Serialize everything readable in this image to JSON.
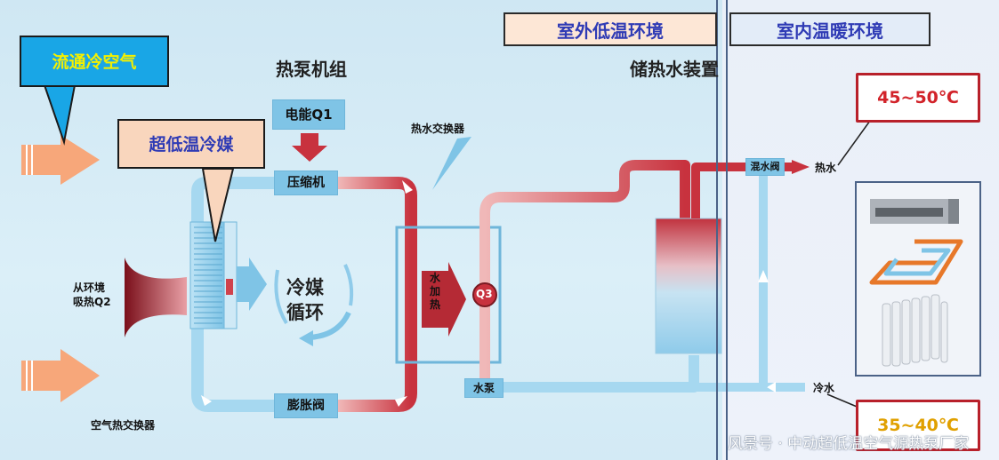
{
  "zones": {
    "outdoor_label": "室外低温环境",
    "indoor_label": "室内温暖环境"
  },
  "callouts": {
    "air_flow": "流通冷空气",
    "refrigerant": "超低温冷媒"
  },
  "titles": {
    "heat_pump_unit": "热泵机组",
    "heat_storage": "储热水装置"
  },
  "components": {
    "electric_energy": "电能Q1",
    "compressor": "压缩机",
    "expansion_valve": "膨胀阀",
    "hot_water_exchanger": "热水交换器",
    "air_heat_exchanger": "空气热交换器",
    "absorb_heat": "从环境\n吸热Q2",
    "refrigerant_cycle": "冷媒\n循环",
    "water_heating": "水\n加\n热",
    "q3": "Q3",
    "water_pump": "水泵",
    "mixing_valve": "混水阀",
    "hot_water": "热水",
    "cold_water": "冷水"
  },
  "temperatures": {
    "hot": "45~50℃",
    "cold": "35~40℃"
  },
  "watermark": "风景号 · 中动超低温空气源热泵厂家",
  "colors": {
    "hot_pipe": "#c8323e",
    "cold_pipe": "#8ccbea",
    "outdoor_banner": "#fde7d6",
    "indoor_banner": "#e3ecf8",
    "callout_blue": "#19a6e6",
    "callout_yellow": "#f4f000",
    "callout_peach": "#f9d6bd",
    "arrow_orange": "#f7a77a",
    "temp_red_text": "#d2232a",
    "temp_orange_text": "#e0a000"
  }
}
